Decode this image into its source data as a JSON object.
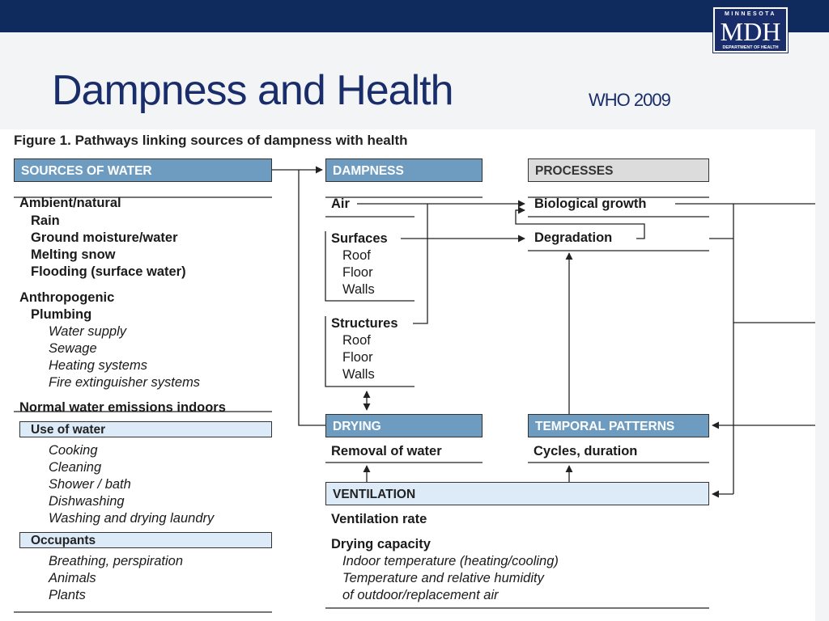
{
  "slide": {
    "title": "Dampness and Health",
    "citation": "WHO 2009"
  },
  "logo": {
    "top_text": "MINNESOTA",
    "main_text": "MDH",
    "bottom_text": "DEPARTMENT OF HEALTH"
  },
  "figure": {
    "title": "Figure 1. Pathways linking sources of dampness with health",
    "sources": {
      "header": "SOURCES OF WATER",
      "ambient": {
        "label": "Ambient/natural",
        "items": [
          "Rain",
          "Ground moisture/water",
          "Melting snow",
          "Flooding (surface water)"
        ]
      },
      "anthropogenic": {
        "label": "Anthropogenic",
        "plumbing": "Plumbing",
        "items": [
          "Water supply",
          "Sewage",
          "Heating systems",
          "Fire extinguisher systems"
        ]
      },
      "normal": {
        "label": "Normal water emissions indoors"
      },
      "use_of_water": {
        "label": "Use of water",
        "items": [
          "Cooking",
          "Cleaning",
          "Shower / bath",
          "Dishwashing",
          "Washing and drying laundry"
        ]
      },
      "occupants": {
        "label": "Occupants",
        "items": [
          "Breathing, perspiration",
          "Animals",
          "Plants"
        ]
      }
    },
    "dampness": {
      "header": "DAMPNESS",
      "air": "Air",
      "surfaces": {
        "label": "Surfaces",
        "items": [
          "Roof",
          "Floor",
          "Walls"
        ]
      },
      "structures": {
        "label": "Structures",
        "items": [
          "Roof",
          "Floor",
          "Walls"
        ]
      }
    },
    "processes": {
      "header": "PROCESSES",
      "items": [
        "Biological growth",
        "Degradation"
      ]
    },
    "drying": {
      "header": "DRYING",
      "item": "Removal of water"
    },
    "temporal": {
      "header": "TEMPORAL PATTERNS",
      "item": "Cycles, duration"
    },
    "ventilation": {
      "header": "VENTILATION",
      "rate": "Ventilation rate",
      "capacity": "Drying capacity",
      "items": [
        "Indoor temperature (heating/cooling)",
        "Temperature and relative humidity",
        "of outdoor/replacement air"
      ]
    }
  }
}
